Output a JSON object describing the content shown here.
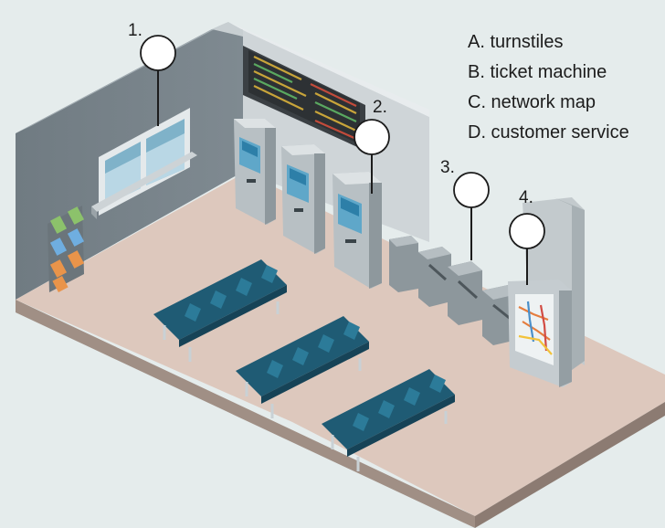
{
  "legend": [
    "A. turnstiles",
    "B. ticket machine",
    "C. network map",
    "D. customer service"
  ],
  "callouts": [
    {
      "number": "1."
    },
    {
      "number": "2."
    },
    {
      "number": "3."
    },
    {
      "number": "4."
    }
  ]
}
